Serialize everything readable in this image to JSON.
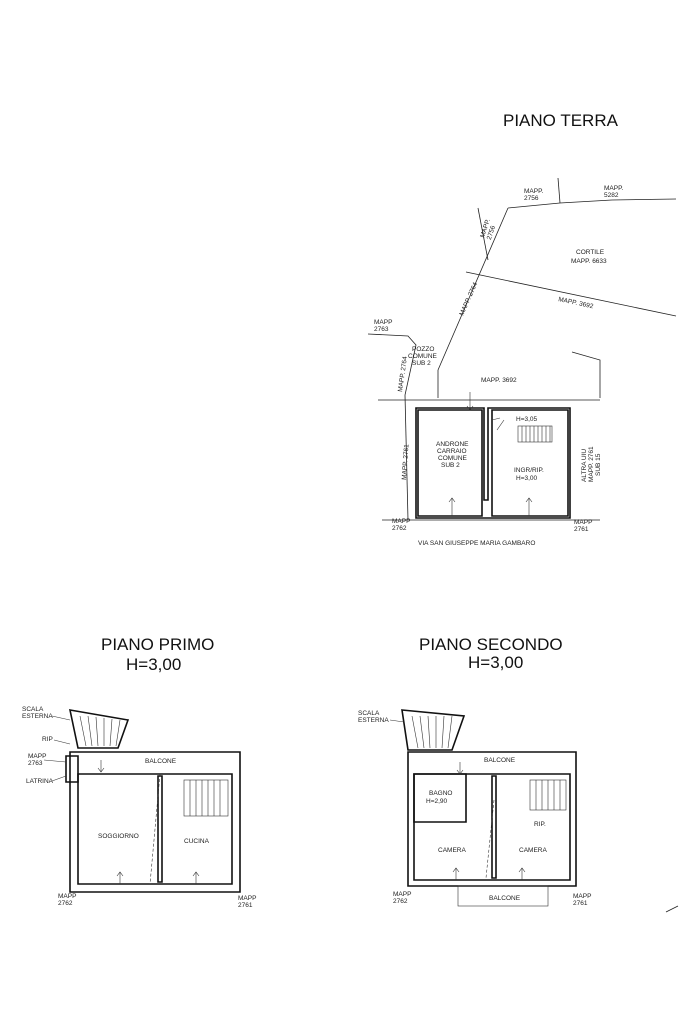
{
  "titles": {
    "terra": "PIANO TERRA",
    "primo": "PIANO PRIMO",
    "primo_h": "H=3,00",
    "secondo": "PIANO SECONDO",
    "secondo_h": "H=3,00"
  },
  "terra": {
    "mapp_2756_top": "MAPP.\n2756",
    "mapp_5282": "MAPP.\n5282",
    "mapp_2756_side": "MAPP.\n2756",
    "cortile": "CORTILE",
    "cortile_mapp": "MAPP. 6633",
    "mapp_3692_diag": "MAPP. 3692",
    "mapp_2764_diag": "MAPP. 2764",
    "mapp_2763": "MAPP\n2763",
    "pozzo": "POZZO",
    "pozzo_comune": "COMUNE",
    "pozzo_sub": "SUB 2",
    "mapp_2764_vert": "MAPP. 2764",
    "mapp_3692": "MAPP. 3692",
    "androne": "ANDRONE",
    "carraio": "CARRAIO",
    "comune": "COMUNE",
    "sub2": "SUB 2",
    "h305": "H=3,05",
    "ingr": "INGR/RIP.",
    "h300": "H=3,00",
    "altra_uiu": "ALTRA UIU",
    "altra_mapp": "MAPP. 2761",
    "altra_sub": "SUB 15",
    "mapp_2761_vert": "MAPP. 2761",
    "mapp_2762": "MAPP\n2762",
    "mapp_2761": "MAPP\n2761",
    "street": "VIA SAN GIUSEPPE MARIA GAMBARO"
  },
  "primo": {
    "scala": "SCALA",
    "esterna": "ESTERNA",
    "rip": "RIP",
    "mapp_2763": "MAPP\n2763",
    "latrina": "LATRINA",
    "balcone": "BALCONE",
    "soggiorno": "SOGGIORNO",
    "cucina": "CUCINA",
    "mapp_2762": "MAPP\n2762",
    "mapp_2761": "MAPP\n2761"
  },
  "secondo": {
    "scala": "SCALA",
    "esterna": "ESTERNA",
    "balcone_top": "BALCONE",
    "bagno": "BAGNO",
    "bagno_h": "H=2,90",
    "rip": "RIP.",
    "camera_l": "CAMERA",
    "camera_r": "CAMERA",
    "balcone_bottom": "BALCONE",
    "mapp_2762": "MAPP\n2762",
    "mapp_2761": "MAPP\n2761"
  }
}
